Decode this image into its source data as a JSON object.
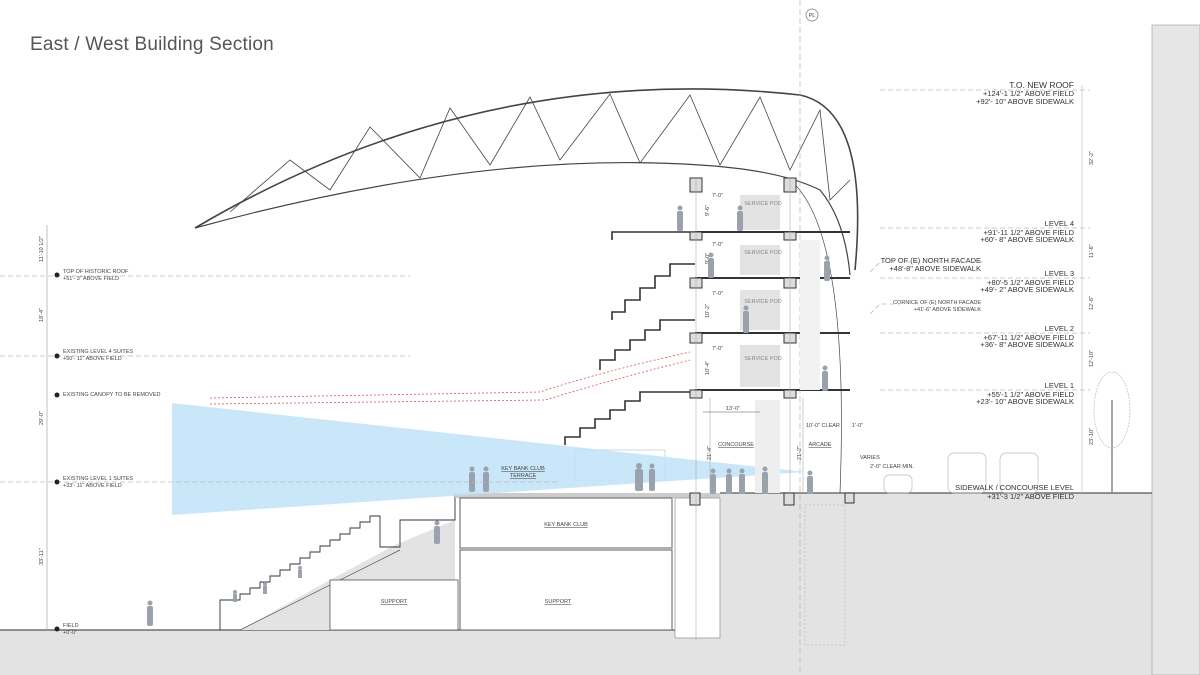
{
  "title": "East / West Building Section",
  "property_line_marker": "PL",
  "right_levels": [
    {
      "name": "T.O. NEW ROOF",
      "line1": "+124'-1 1/2\" ABOVE FIELD",
      "line2": "+92'- 10\" ABOVE SIDEWALK"
    },
    {
      "name": "LEVEL 4",
      "line1": "+91'-11 1/2\" ABOVE FIELD",
      "line2": "+60'- 8\" ABOVE SIDEWALK"
    },
    {
      "name": "LEVEL 3",
      "line1": "+80'-5 1/2\" ABOVE FIELD",
      "line2": "+49'- 2\" ABOVE SIDEWALK"
    },
    {
      "name": "LEVEL 2",
      "line1": "+67'-11 1/2\" ABOVE FIELD",
      "line2": "+36'- 8\" ABOVE SIDEWALK"
    },
    {
      "name": "LEVEL 1",
      "line1": "+55'-1 1/2\" ABOVE FIELD",
      "line2": "+23'- 10\" ABOVE SIDEWALK"
    },
    {
      "name": "SIDEWALK / CONCOURSE LEVEL",
      "line1": "+31'-3 1/2\" ABOVE FIELD"
    }
  ],
  "facade_notes": [
    {
      "name": "TOP OF (E) NORTH FACADE",
      "line1": "+48'-8\" ABOVE SIDEWALK"
    },
    {
      "name": "CORNICE OF (E) NORTH FACADE",
      "line1": "+41'-6\" ABOVE SIDEWALK"
    }
  ],
  "right_dimensions": [
    "32'-2\"",
    "11'-6\"",
    "12'-6\"",
    "12'-10\"",
    "23'-10\""
  ],
  "left_levels": [
    {
      "name": "TOP OF HISTORIC ROOF",
      "line1": "+51'- 3\" ABOVE FIELD"
    },
    {
      "name": "EXISTING LEVEL 4 SUITES",
      "line1": "+50'- 11\" ABOVE FIELD"
    },
    {
      "name": "EXISTING CANOPY TO BE REMOVED"
    },
    {
      "name": "EXISTING LEVEL 1 SUITES",
      "line1": "+33'- 11\" ABOVE FIELD"
    },
    {
      "name": "FIELD",
      "line1": "+0'-0\""
    }
  ],
  "left_dimensions": [
    "11'-10 1/2\"",
    "18'-4\"",
    "29'-0\"",
    "33'-11\""
  ],
  "rooms": {
    "service_pod": "SERVICE POD",
    "concourse": "CONCOURSE",
    "arcade": "ARCADE",
    "club_terrace_1": "KEY BANK CLUB",
    "club_terrace_2": "TERRACE",
    "club": "KEY BANK CLUB",
    "support_left": "SUPPORT",
    "support_right": "SUPPORT"
  },
  "building_dimensions": {
    "pod_width": "7'-0\"",
    "concourse_width": "13'-0\"",
    "concourse_height": "21'-4\"",
    "arcade_clear": "10'-0\" CLEAR",
    "arcade_height": "21'-2\"",
    "edge": "1'-0\"",
    "varies": "VARIES",
    "clear_min": "2'-0\" CLEAR MIN.",
    "floor_heights": [
      "9'-6\"",
      "9'-0\"",
      "10'-2\"",
      "10'-4\""
    ]
  },
  "colors": {
    "sightline": "#bfe3f8",
    "demolition": "#e05555",
    "ground": "#e3e3e3"
  }
}
